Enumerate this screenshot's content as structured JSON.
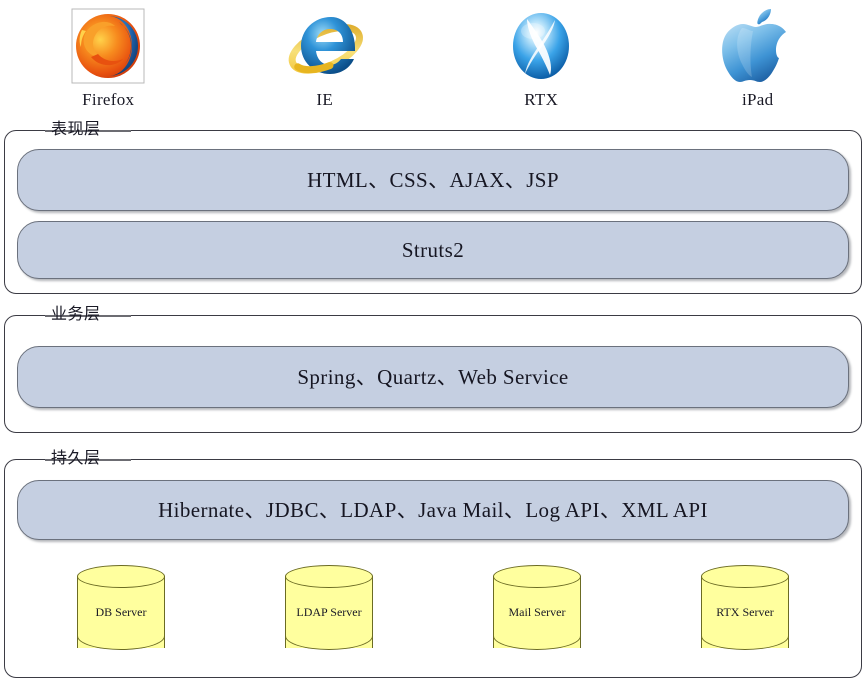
{
  "clients": [
    {
      "id": "firefox",
      "label": "Firefox",
      "icon": "firefox-logo"
    },
    {
      "id": "ie",
      "label": "IE",
      "icon": "internet-explorer-logo"
    },
    {
      "id": "rtx",
      "label": "RTX",
      "icon": "rtx-logo"
    },
    {
      "id": "ipad",
      "label": "iPad",
      "icon": "apple-ipad-logo"
    }
  ],
  "layers": {
    "presentation": {
      "legend": "表现层",
      "bars": [
        {
          "id": "web",
          "text": "HTML、CSS、AJAX、JSP"
        },
        {
          "id": "struts",
          "text": "Struts2"
        }
      ]
    },
    "business": {
      "legend": "业务层",
      "bars": [
        {
          "id": "mid",
          "text": "Spring、Quartz、Web Service"
        }
      ]
    },
    "persistence": {
      "legend": "持久层",
      "bars": [
        {
          "id": "data",
          "text": "Hibernate、JDBC、LDAP、Java Mail、Log API、XML API"
        }
      ],
      "servers": [
        {
          "id": "db",
          "label": "DB Server"
        },
        {
          "id": "ldap",
          "label": "LDAP Server"
        },
        {
          "id": "mail",
          "label": "Mail Server"
        },
        {
          "id": "rtx",
          "label": "RTX Server"
        }
      ]
    }
  },
  "colors": {
    "tech_bar_fill": "#c5cfe1",
    "tech_bar_border": "#6b717d",
    "cylinder_fill": "#ffff9e",
    "cylinder_border": "#6b6b23",
    "group_border": "#3b3b44",
    "text": "#1a1a26"
  }
}
